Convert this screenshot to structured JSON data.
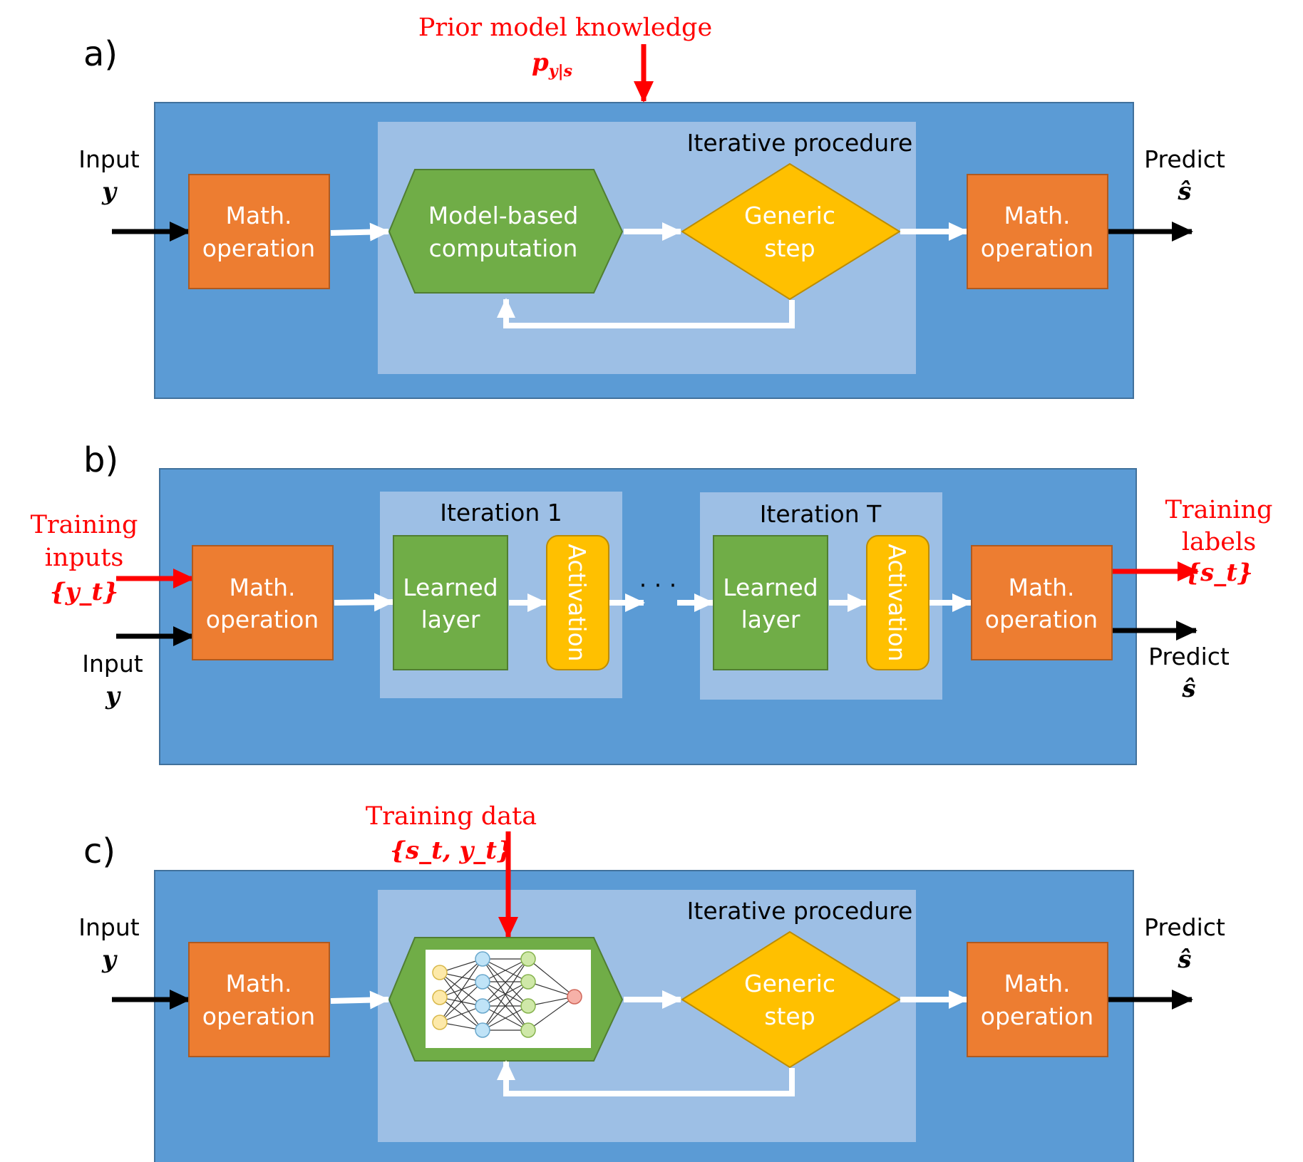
{
  "panels": {
    "a": {
      "letter": "a)"
    },
    "b": {
      "letter": "b)"
    },
    "c": {
      "letter": "c)"
    }
  },
  "labels": {
    "input": "Input",
    "input_symbol": "y",
    "predict": "Predict",
    "predict_symbol": "ŝ",
    "math_op_line1": "Math.",
    "math_op_line2": "operation",
    "iterative_procedure": "Iterative procedure",
    "model_based_line1": "Model-based",
    "model_based_line2": "computation",
    "generic_line1": "Generic",
    "generic_line2": "step",
    "iteration_1": "Iteration 1",
    "iteration_T": "Iteration T",
    "learned_line1": "Learned",
    "learned_line2": "layer",
    "activation": "Activation",
    "dots": "· · ·"
  },
  "annotations": {
    "prior_knowledge": "Prior model knowledge",
    "prior_symbol": "p",
    "prior_subscript": "y|s",
    "training_inputs_line1": "Training",
    "training_inputs_line2": "inputs",
    "training_inputs_symbol": "{y_t}",
    "training_labels_line1": "Training",
    "training_labels_line2": "labels",
    "training_labels_symbol": "{s_t}",
    "training_data": "Training data",
    "training_data_symbol": "{s_t, y_t}"
  },
  "colors": {
    "outer_blue": "#5b9bd5",
    "inner_light": "#a9c6e8",
    "orange": "#ed7d31",
    "green": "#70ad47",
    "yellow": "#ffc000",
    "red": "#ff0000",
    "white": "#ffffff"
  }
}
